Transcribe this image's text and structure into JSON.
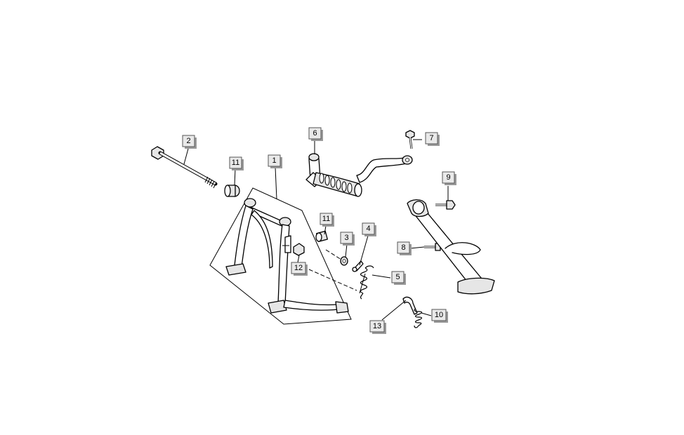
{
  "diagram": {
    "callouts": [
      {
        "id": "c1",
        "label": "1"
      },
      {
        "id": "c2",
        "label": "2"
      },
      {
        "id": "c3",
        "label": "3"
      },
      {
        "id": "c4",
        "label": "4"
      },
      {
        "id": "c5",
        "label": "5"
      },
      {
        "id": "c6",
        "label": "6"
      },
      {
        "id": "c7",
        "label": "7"
      },
      {
        "id": "c8",
        "label": "8"
      },
      {
        "id": "c9",
        "label": "9"
      },
      {
        "id": "c10",
        "label": "10"
      },
      {
        "id": "c11a",
        "label": "11"
      },
      {
        "id": "c11b",
        "label": "11"
      },
      {
        "id": "c12",
        "label": "12"
      },
      {
        "id": "c13",
        "label": "13"
      }
    ]
  }
}
